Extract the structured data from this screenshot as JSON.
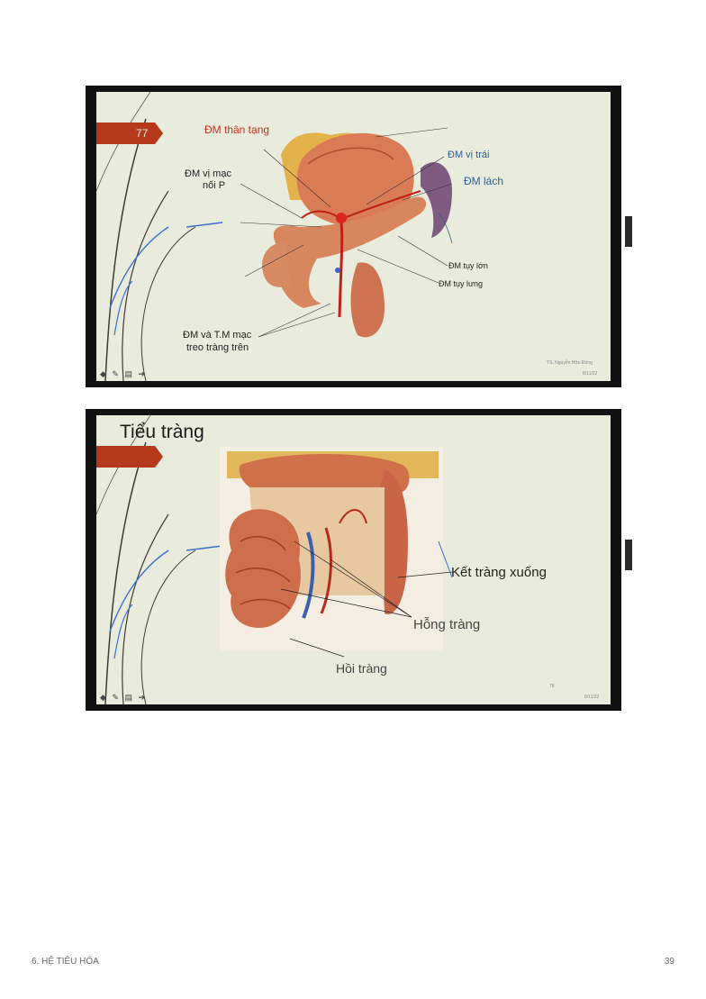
{
  "slide1": {
    "number": "77",
    "labels": {
      "celiac": "ĐM thân tạng",
      "left_gastric": "ĐM vị trái",
      "splenic": "ĐM lách",
      "gastric_anast_line1": "ĐM vị mạc",
      "gastric_anast_line2": "nối P",
      "great_pancreatic": "ĐM tụy lớn",
      "dorsal_pancreatic": "ĐM tụy lưng",
      "sma_line1": "ĐM và T.M mạc",
      "sma_line2": "treo tràng trên"
    },
    "author": "TS. Nguyễn Hữu Đồng",
    "date": "8/11/22"
  },
  "slide2": {
    "title": "Tiểu tràng",
    "labels": {
      "descending_colon": "Kết tràng xuống",
      "jejunum": "Hỗng tràng",
      "ileum": "Hồi tràng"
    },
    "page_num": "78",
    "date": "8/11/22"
  },
  "nav_icons": "◆ ✎ ▤ ➔",
  "footer": {
    "chapter": "6. HỆ TIÊU HÓA",
    "page": "39"
  }
}
